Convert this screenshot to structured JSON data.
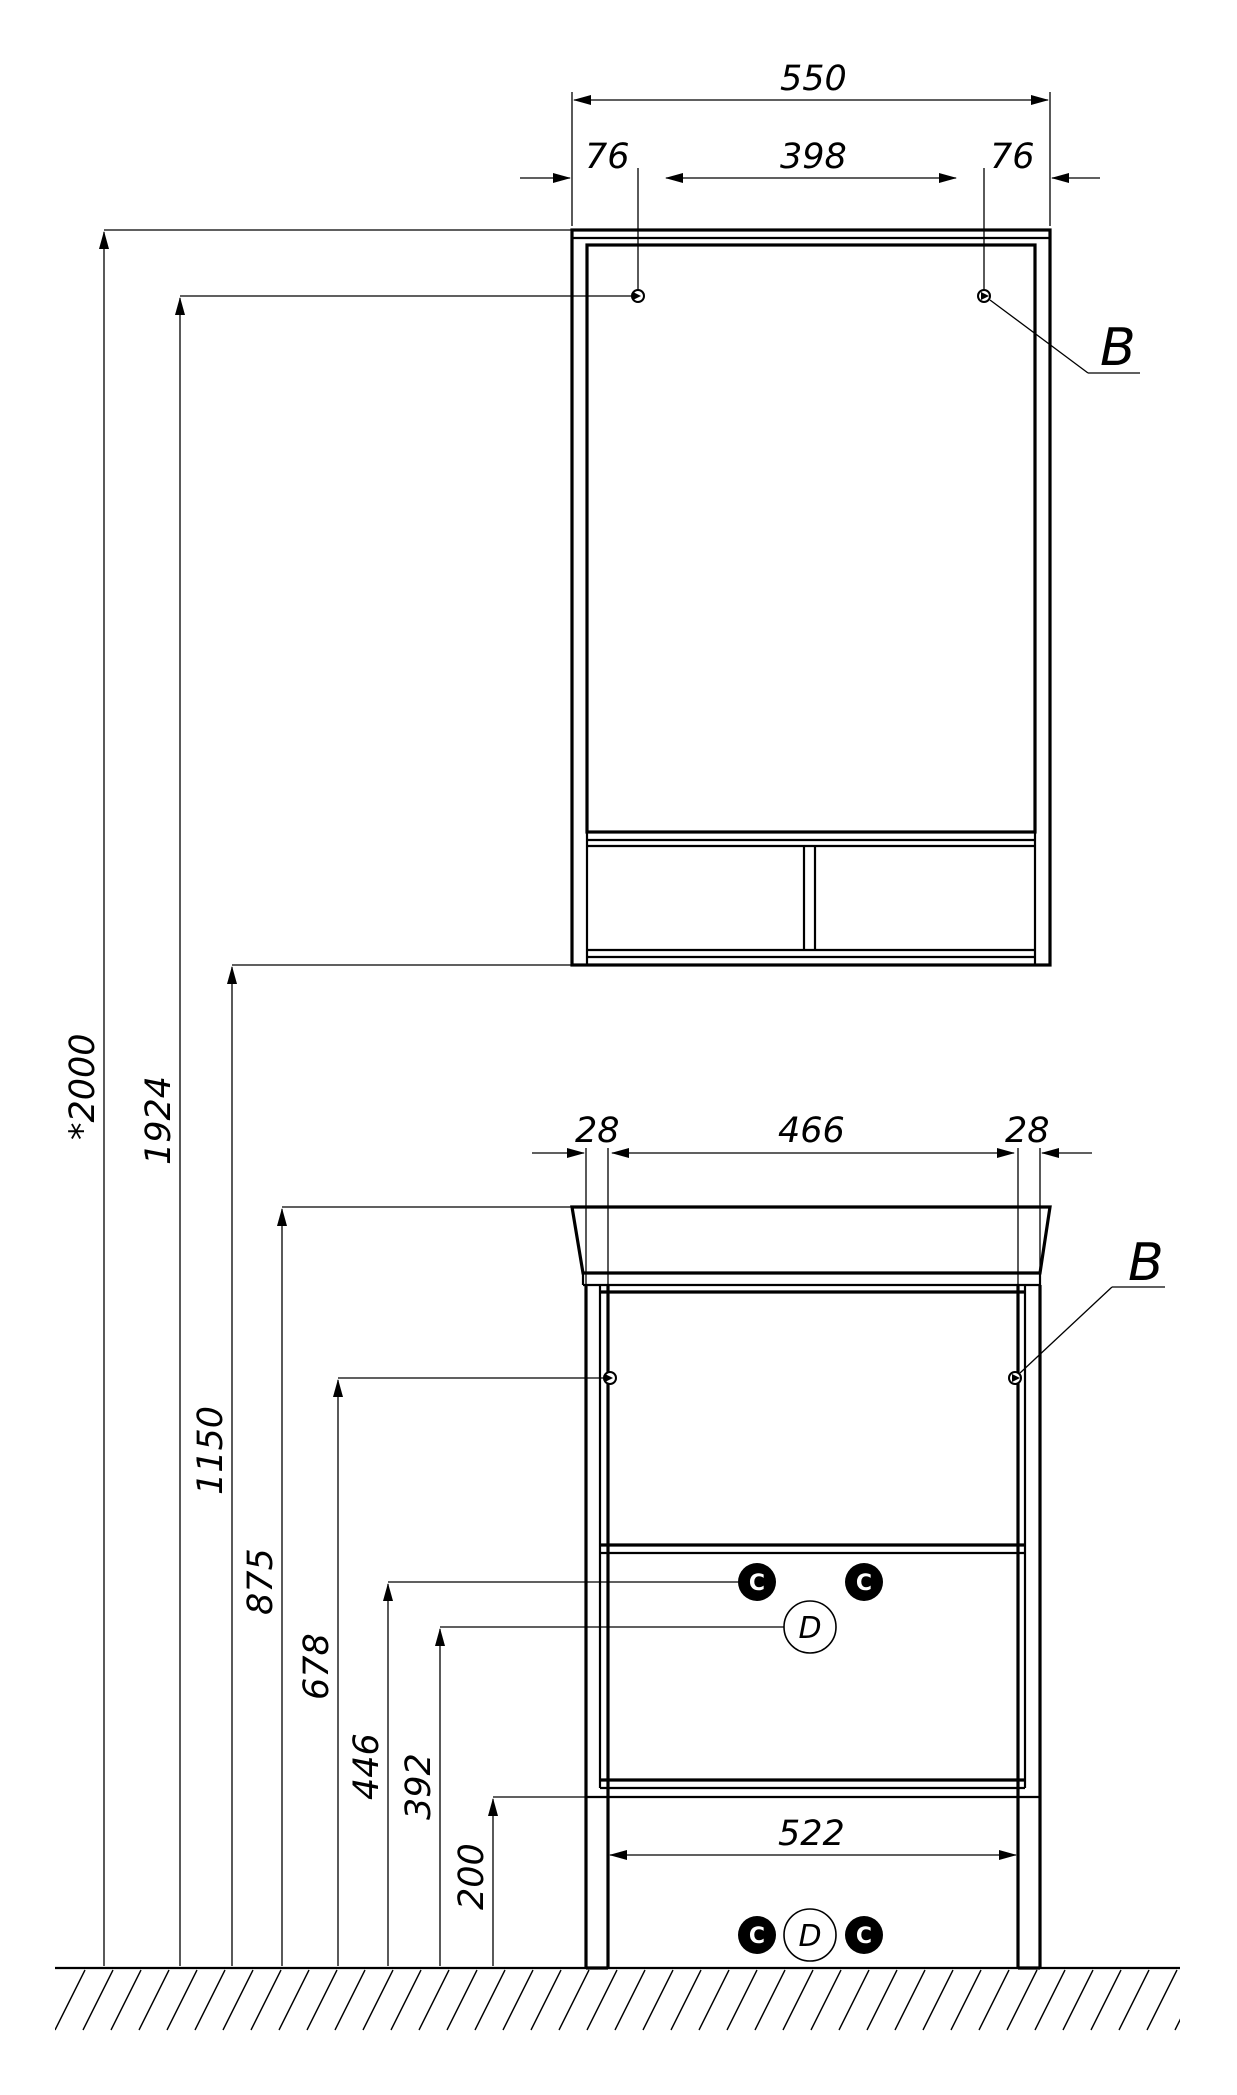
{
  "mirror_cabinet": {
    "top_dimensions": {
      "overall_width": "550",
      "left_offset": "76",
      "mount_spacing": "398",
      "right_offset": "76"
    },
    "mount_label": "B"
  },
  "vanity": {
    "top_dimensions": {
      "left_offset": "28",
      "mount_spacing": "466",
      "right_offset": "28"
    },
    "leg_spacing": "522",
    "mount_label": "B",
    "marker_c_label": "C",
    "marker_d_label": "D"
  },
  "height_dimensions": [
    "*2000",
    "1924",
    "1150",
    "875",
    "678",
    "446",
    "392",
    "200"
  ]
}
